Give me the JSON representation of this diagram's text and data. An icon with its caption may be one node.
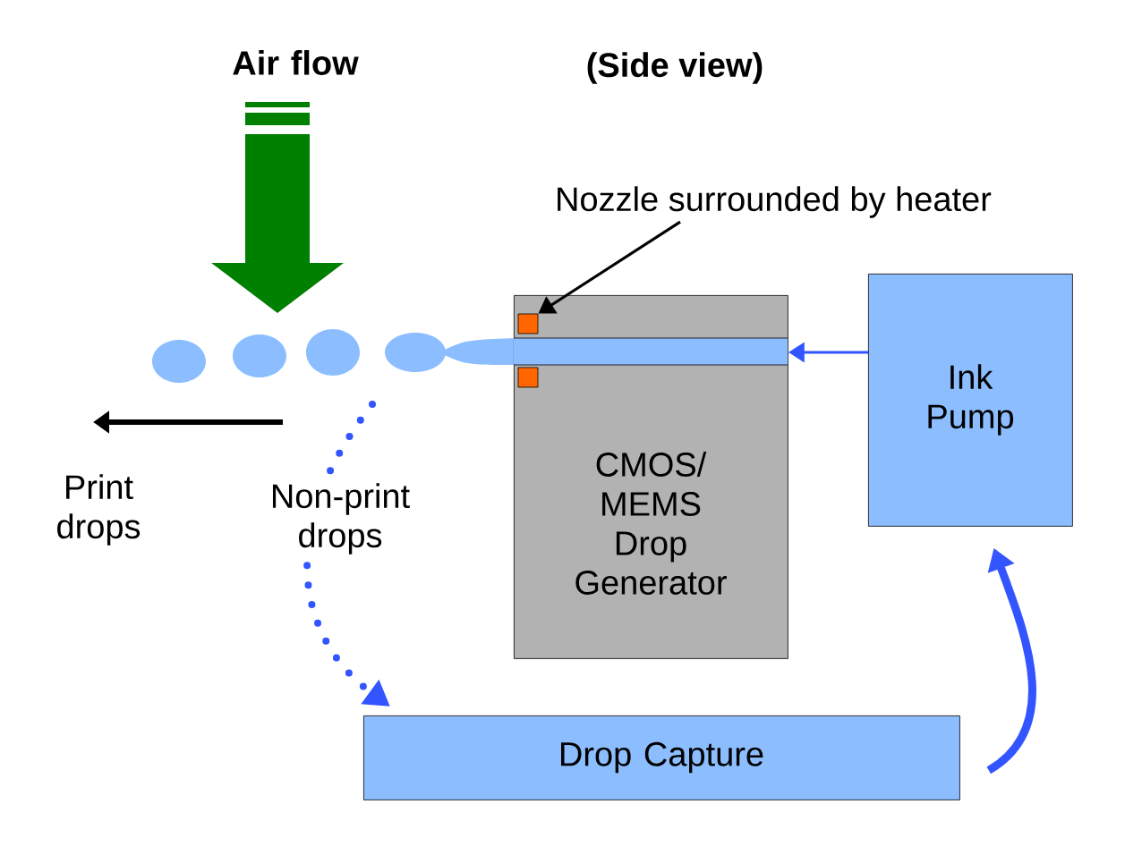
{
  "diagram": {
    "title": "(Side view)",
    "nodes": [
      {
        "text": [
          "CMOS/ MEMS Drop Generator"
        ]
      },
      {
        "text": [
          "Ink Pump"
        ]
      },
      {
        "text": [
          "Drop Capture"
        ]
      },
      {
        "text": [
          "Nozzle surrounded by heater"
        ]
      },
      {
        "text": [],
        "shape": "box",
        "in": 0
      },
      {
        "text": [],
        "shape": "box",
        "in": 0
      }
    ],
    "edges": [
      {
        "from": 1,
        "to": 0,
        "arrow": "to"
      },
      {
        "from": 2,
        "to": 1,
        "arrow": "to",
        "style": "thick"
      },
      {
        "from": 3,
        "to": 4,
        "arrow": "to",
        "color": "#000000"
      },
      {
        "from": null,
        "to": 2,
        "arrow": "to",
        "style": "dashed",
        "label": "Non-print drops"
      }
    ],
    "labels": [
      "Air flow",
      "Print drops"
    ]
  }
}
